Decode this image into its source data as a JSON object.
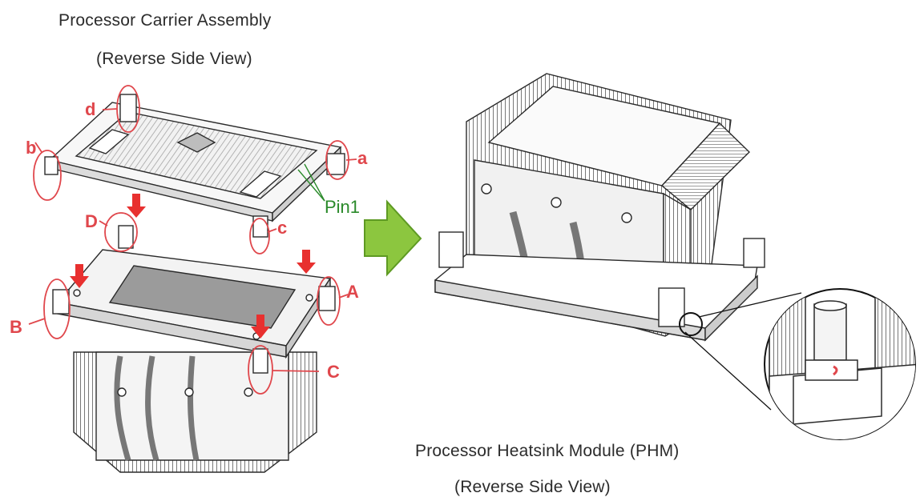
{
  "titles": {
    "carrier_title": "Processor Carrier Assembly",
    "carrier_subtitle": "(Reverse Side View)",
    "phm_title": "Processor Heatsink Module (PHM)",
    "phm_subtitle": "(Reverse Side View)"
  },
  "labels": {
    "a": "a",
    "b": "b",
    "c": "c",
    "d": "d",
    "A": "A",
    "B": "B",
    "C": "C",
    "D": "D",
    "pin1": "Pin1"
  },
  "colors": {
    "callout": "#e0474c",
    "pin1": "#2a8a2a",
    "arrow_fill": "#8cc63f",
    "arrow_stroke": "#5e9a23",
    "line": "#3a3a3a"
  }
}
